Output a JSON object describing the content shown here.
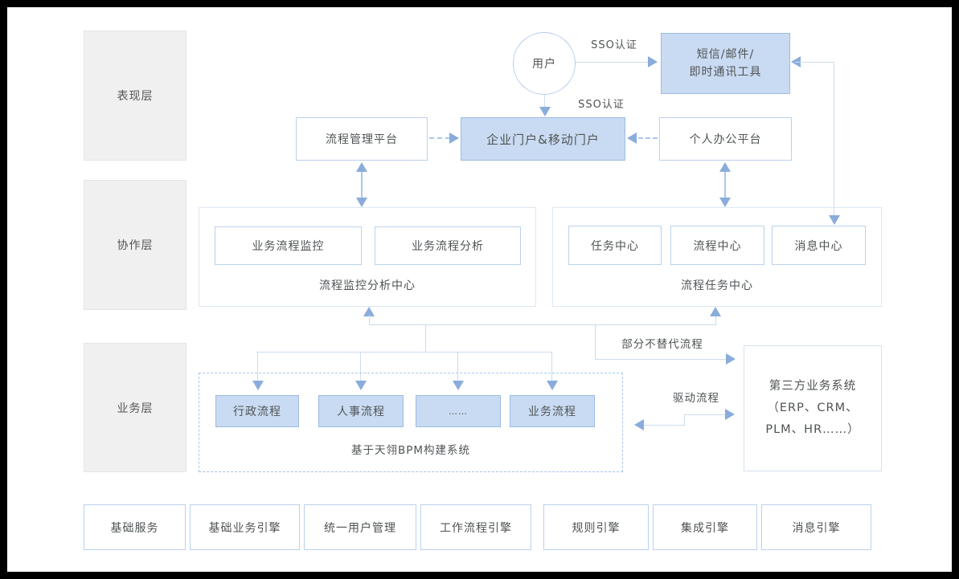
{
  "colors": {
    "fill_blue": "#c9dbf2",
    "fill_border": "#9cbbe2",
    "box_border": "#b9d2ec",
    "container_border": "#dde8f4",
    "dashed_border": "#a9c7e8",
    "layer_fill": "#f0f0f0",
    "line": "#ccdcee",
    "arrow": "#8aacdb",
    "text": "#4f5355",
    "frame": "#000000"
  },
  "layers": {
    "presentation": "表现层",
    "collaboration": "协作层",
    "business": "业务层",
    "foundation": "基础服务"
  },
  "presentation": {
    "user_label": "用户",
    "sso_auth_top": "SSO认证",
    "sso_auth_mid": "SSO认证",
    "messaging_tool_line1": "短信/邮件/",
    "messaging_tool_line2": "即时通讯工具",
    "process_mgmt_platform": "流程管理平台",
    "enterprise_portal": "企业门户&移动门户",
    "personal_office": "个人办公平台"
  },
  "collaboration": {
    "monitor_center": {
      "items": [
        "业务流程监控",
        "业务流程分析"
      ],
      "label": "流程监控分析中心"
    },
    "task_center": {
      "items": [
        "任务中心",
        "流程中心",
        "消息中心"
      ],
      "label": "流程任务中心"
    }
  },
  "business": {
    "bpm_items": [
      "行政流程",
      "人事流程",
      "……",
      "业务流程"
    ],
    "bpm_label": "基于天翎BPM构建系统",
    "partial_flow_label": "部分不替代流程",
    "drive_flow_label": "驱动流程",
    "third_party_line1": "第三方业务系统",
    "third_party_line2": "（ERP、CRM、",
    "third_party_line3": "PLM、HR……）"
  },
  "foundation": {
    "items": [
      "基础业务引擎",
      "统一用户管理",
      "工作流程引擎",
      "规则引擎",
      "集成引擎",
      "消息引擎"
    ]
  }
}
